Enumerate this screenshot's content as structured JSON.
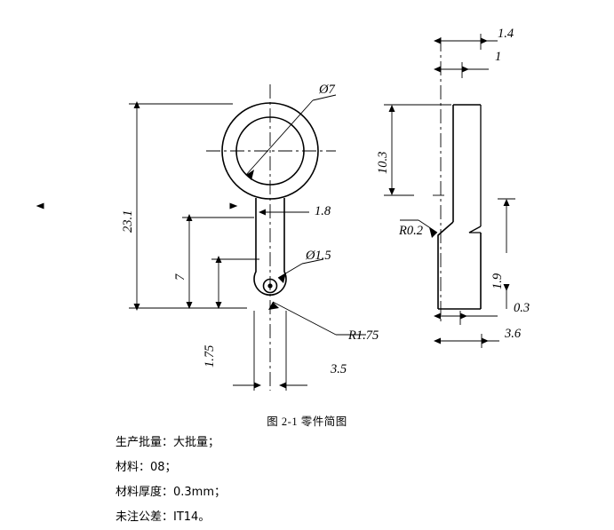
{
  "drawing": {
    "title": "图 2-1  零件简图",
    "front_view": {
      "dims": [
        {
          "name": "hole-diameter",
          "text": "Ø7"
        },
        {
          "name": "overall-height",
          "text": "23.1"
        },
        {
          "name": "neck-width",
          "text": "1.8"
        },
        {
          "name": "small-hole-diameter",
          "text": "Ø1.5"
        },
        {
          "name": "neck-length",
          "text": "7"
        },
        {
          "name": "lower-height",
          "text": "1.75"
        },
        {
          "name": "tail-radius",
          "text": "R1.75"
        },
        {
          "name": "tail-width",
          "text": "3.5"
        }
      ]
    },
    "side_view": {
      "dims": [
        {
          "name": "top-flange-width",
          "text": "1.4"
        },
        {
          "name": "inner-flange-width",
          "text": "1"
        },
        {
          "name": "side-height",
          "text": "10.3"
        },
        {
          "name": "bend-radius",
          "text": "R0.2"
        },
        {
          "name": "step-height",
          "text": "1.9"
        },
        {
          "name": "thickness",
          "text": "0.3"
        },
        {
          "name": "total-width",
          "text": "3.6"
        }
      ]
    }
  },
  "notes": [
    "生产批量：大批量；",
    "材料：08；",
    "材料厚度：0.3mm；",
    "未注公差：IT14。"
  ],
  "colors": {
    "line": "#000000",
    "background": "#ffffff"
  }
}
